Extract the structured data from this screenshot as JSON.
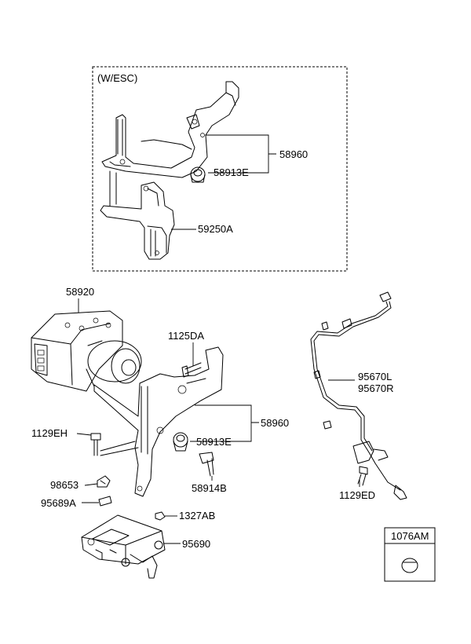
{
  "variant_note": "(W/ESC)",
  "callouts": {
    "wesc_bracket": "58960",
    "wesc_bushing": "58913E",
    "wesc_mount": "59250A",
    "hecu": "58920",
    "bolt_top": "1125DA",
    "bracket": "58960",
    "bolt_left": "1129EH",
    "bushing": "58913E",
    "bolt_bottom": "58914B",
    "clip": "98653",
    "clip2": "95689A",
    "nut": "1327AB",
    "module": "95690",
    "sensor_l": "95670L",
    "sensor_r": "95670R",
    "sensor_bolt": "1129ED",
    "plug_box": "1076AM"
  },
  "colors": {
    "line": "#000000",
    "background": "#ffffff"
  }
}
